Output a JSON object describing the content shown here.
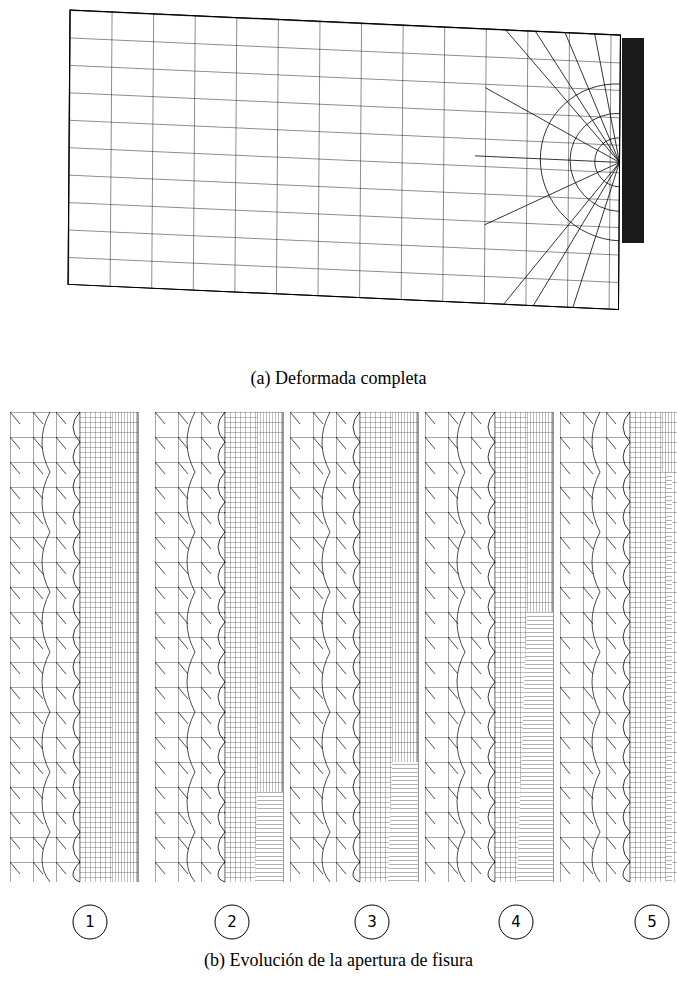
{
  "diagram": {
    "nodes": [
      {
        "text": [
          "1"
        ]
      },
      {
        "text": [
          "2"
        ]
      },
      {
        "text": [
          "3"
        ]
      },
      {
        "text": [
          "4"
        ]
      },
      {
        "text": [
          "5"
        ]
      }
    ],
    "labels": [
      "(a) Deformada completa",
      "(b) Evolución de la apertura de fisura"
    ]
  }
}
